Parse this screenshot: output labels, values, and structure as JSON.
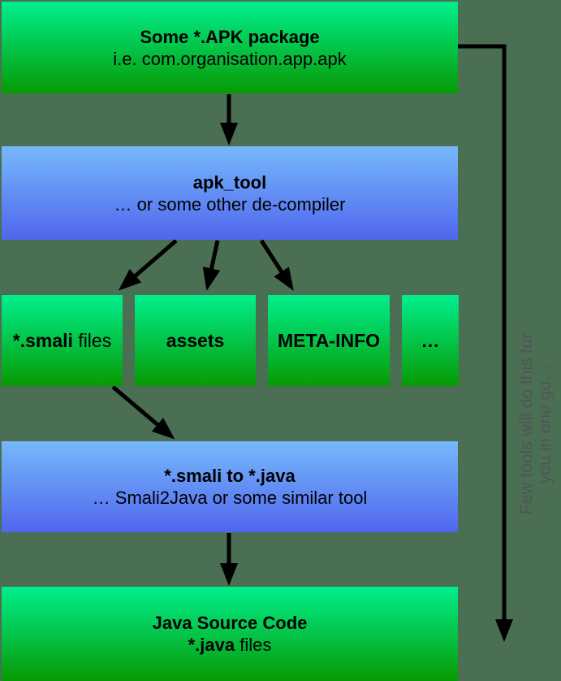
{
  "colors": {
    "background": "#4a6f52",
    "green_top": "#00ef8d",
    "green_bottom": "#079a04",
    "blue_top": "#76b9fa",
    "blue_bottom": "#5066ee",
    "arrow": "#000000",
    "note_text": "#525456"
  },
  "nodes": {
    "apk_package": {
      "title": "Some *.APK package",
      "subtitle": "i.e. com.organisation.app.apk"
    },
    "apk_tool": {
      "title": "apk_tool",
      "subtitle": "… or some other de-compiler"
    },
    "smali_files": {
      "label_bold": "*.smali",
      "label_rest": " files"
    },
    "assets": {
      "label": "assets"
    },
    "meta_info": {
      "label": "META-INFO"
    },
    "more": {
      "label": "…"
    },
    "smali_to_java": {
      "title": "*.smali to *.java",
      "subtitle": "… Smali2Java or some similar tool"
    },
    "java_source": {
      "title": "Java Source Code",
      "subtitle_bold": "*.java",
      "subtitle_rest": " files"
    }
  },
  "side_note": {
    "line1": "Few tools will do this for",
    "line2": "you in one go…"
  }
}
